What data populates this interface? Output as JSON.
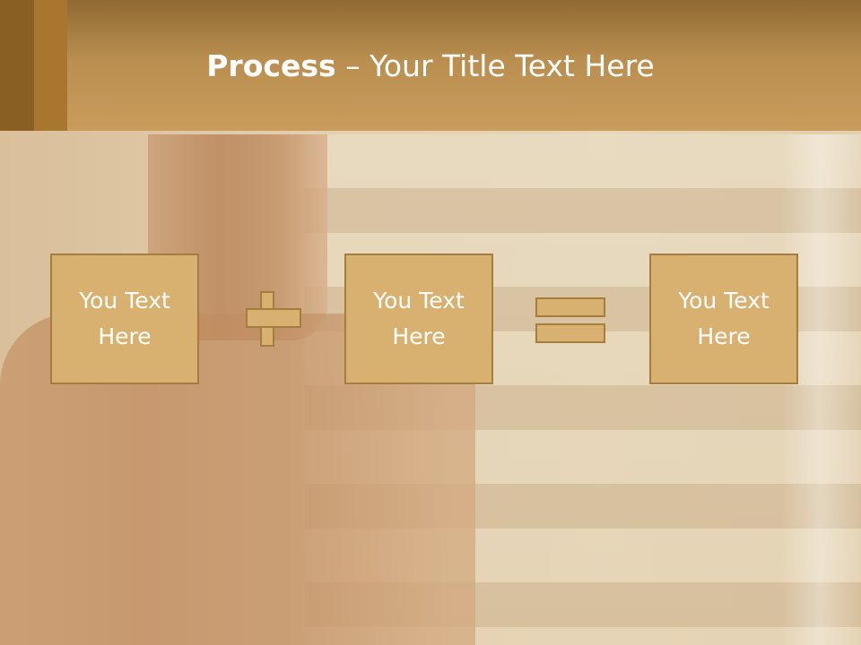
{
  "slide": {
    "title_bold": "Process",
    "title_rest": " – Your Title Text Here",
    "boxes": [
      {
        "line1": "You Text",
        "line2": "Here"
      },
      {
        "line1": "You Text",
        "line2": "Here"
      },
      {
        "line1": "You Text",
        "line2": "Here"
      }
    ],
    "operators": [
      "plus-icon",
      "equals-icon"
    ]
  },
  "colors": {
    "header": "#c99c5b",
    "box_fill": "#d8b06f",
    "box_border": "#a57d3e",
    "text": "#ffffff"
  }
}
